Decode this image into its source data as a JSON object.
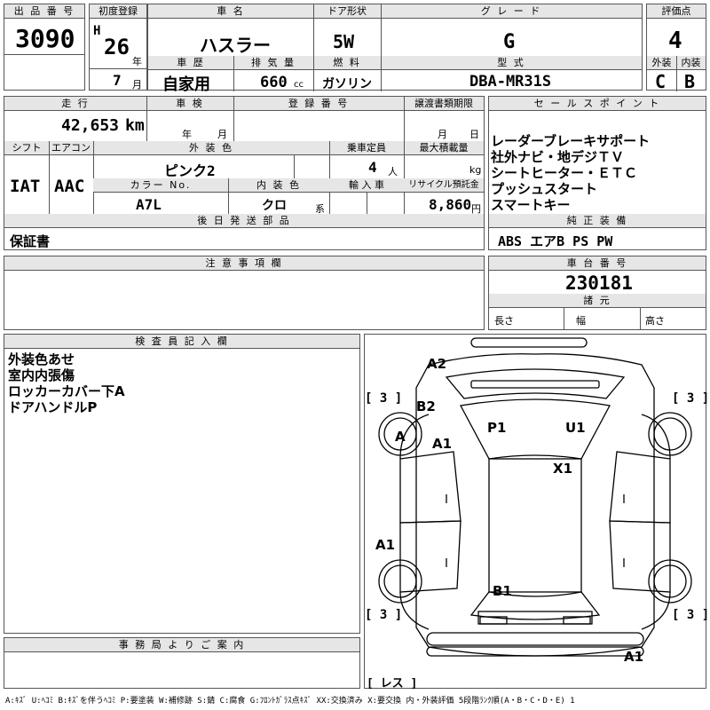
{
  "header": {
    "lot_label": "出 品 番 号",
    "lot": "3090",
    "first_reg_label": "初度登録",
    "era": "H",
    "year": "26",
    "year_unit": "年",
    "month": "7",
    "month_unit": "月",
    "car_name_label": "車 名",
    "car_name": "ハスラー",
    "door_label": "ドア形状",
    "door": "5W",
    "grade_label": "グ レ ー ド",
    "grade": "G",
    "score_label": "評価点",
    "score": "4",
    "history_label": "車 歴",
    "history": "自家用",
    "displacement_label": "排 気 量",
    "displacement": "660",
    "displacement_unit": "cc",
    "fuel_label": "燃 料",
    "fuel": "ガソリン",
    "model_label": "型 式",
    "model": "DBA-MR31S",
    "exterior_label": "外装",
    "exterior": "C",
    "interior_label": "内装",
    "interior": "B"
  },
  "row2": {
    "mileage_label": "走 行",
    "mileage": "42,653",
    "mileage_unit": "km",
    "inspection_label": "車 検",
    "insp_year_unit": "年",
    "insp_month_unit": "月",
    "regno_label": "登 録 番 号",
    "transfer_label": "譲渡書類期限",
    "transfer_month_unit": "月",
    "transfer_day_unit": "日",
    "shift_label": "シフト",
    "shift": "IAT",
    "ac_label": "エアコン",
    "ac": "AAC",
    "color_label": "外 装 色",
    "color": "ピンク2",
    "capacity_label": "乗車定員",
    "capacity": "4",
    "capacity_unit": "人",
    "loadmax_label": "最大積載量",
    "loadmax_unit": "kg",
    "colorno_label": "カラー No.",
    "colorno": "A7L",
    "intcolor_label": "内 装 色",
    "intcolor": "クロ",
    "intcolor_unit": "系",
    "import_label": "輸 入 車",
    "recycle_label": "リサイクル預託金",
    "recycle": "8,860",
    "recycle_unit": "円",
    "later_label": "後 日 発 送 部 品",
    "later": "保証書"
  },
  "sales": {
    "label": "セ ー ル ス ポ イ ン ト",
    "lines": [
      "レーダーブレーキサポート",
      "社外ナビ・地デジＴＶ",
      "シートヒーター・ＥＴＣ",
      "プッシュスタート",
      "スマートキー"
    ],
    "equip_label": "純 正 装 備",
    "equip": "ABS エアB PS PW"
  },
  "caution": {
    "label": "注 意 事 項 欄"
  },
  "chassis": {
    "label": "車 台 番 号",
    "number": "230181",
    "dims_label": "諸 元",
    "length": "長さ",
    "width": "幅",
    "height": "高さ"
  },
  "inspector": {
    "label": "検 査 員 記 入 欄",
    "notes": [
      "外装色あせ",
      "室内内張傷",
      "ロッカーカバー下A",
      "ドアハンドルP"
    ]
  },
  "office": {
    "label": "事 務 局 よ り ご 案 内"
  },
  "diagram": {
    "marks": {
      "a2": "A2",
      "b2": "B2",
      "a_circle": "A",
      "a1_left": "A1",
      "p1": "P1",
      "u1": "U1",
      "x1": "X1",
      "a1_lower": "A1",
      "b1": "B1",
      "a1_bottom": "A1"
    },
    "tires": [
      "[ 3 ]",
      "[ 3 ]",
      "[ 3 ]",
      "[ 3 ]"
    ],
    "spare": "[ レス ]"
  },
  "legend": "A:ｷｽﾞ U:ﾍｺﾐ B:ｷｽﾞを伴うﾍｺﾐ P:要塗装 W:補修跡 S:錆 C:腐食 G:ﾌﾛﾝﾄｶﾞﾗｽ点ｷｽﾞ XX:交換済み X:要交換 内・外装評価 5段階ﾗﾝｸ順(A・B・C・D・E) 1"
}
